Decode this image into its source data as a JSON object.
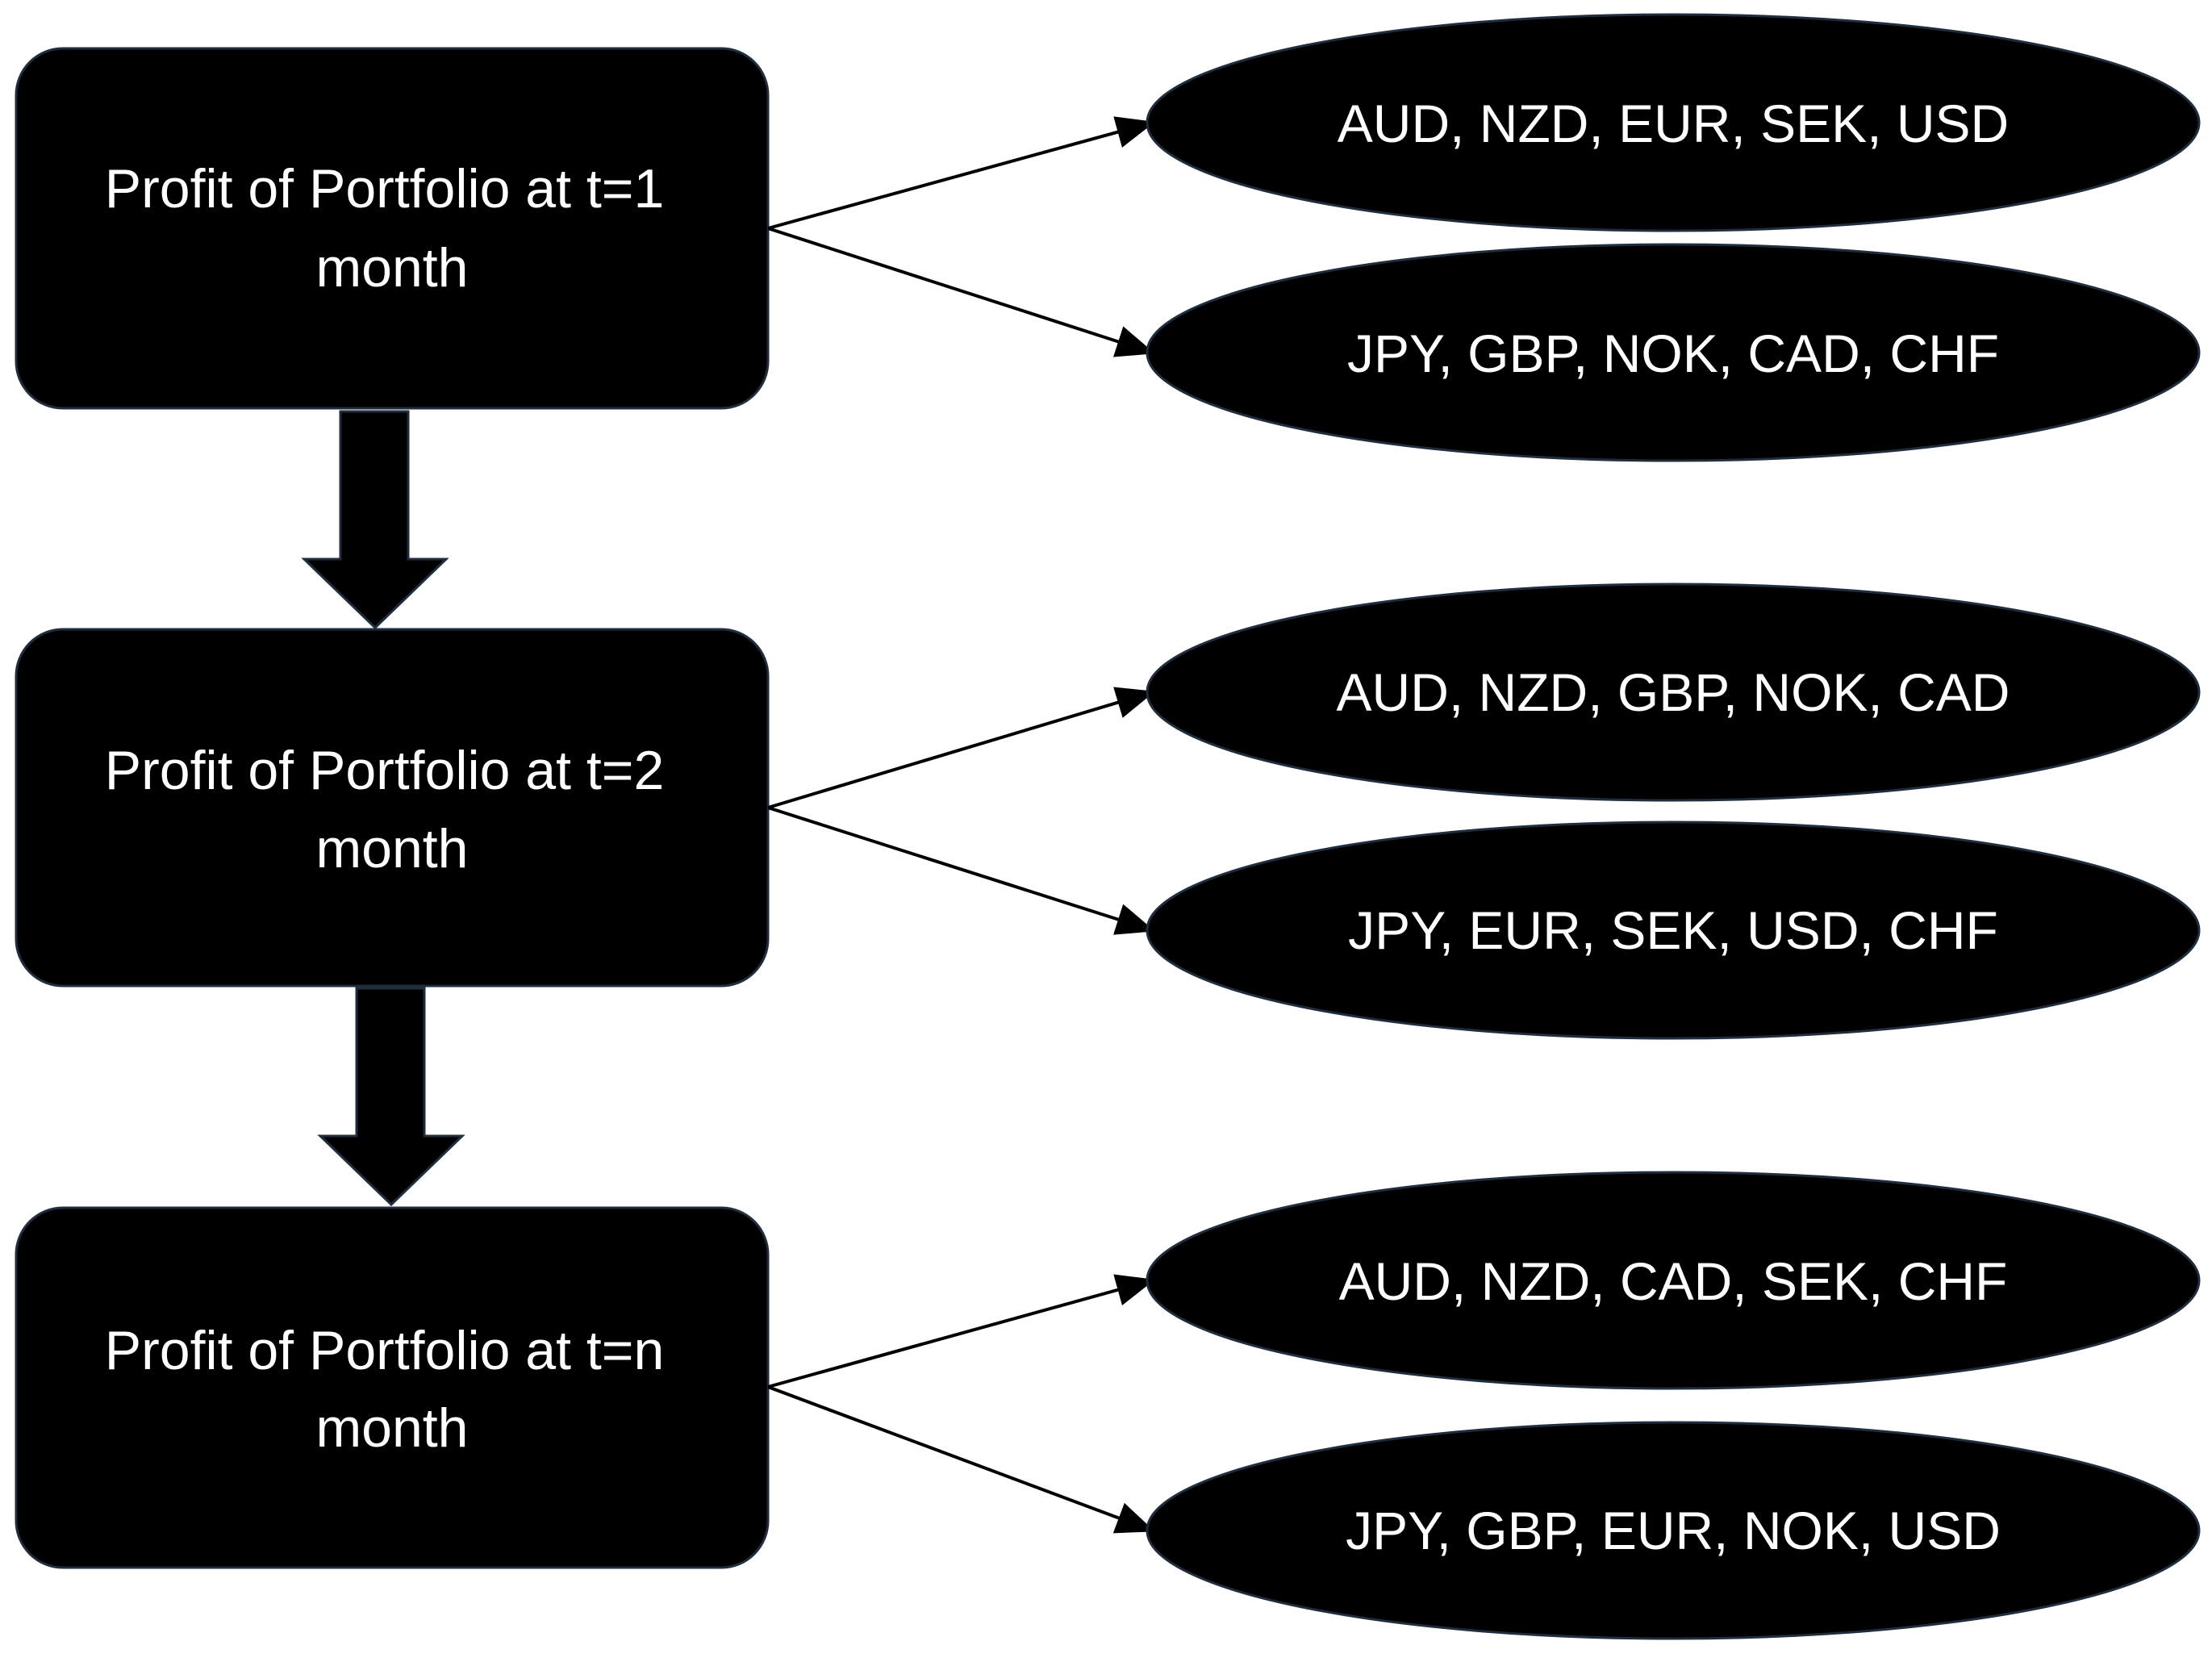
{
  "colors": {
    "shape_fill": "#000000",
    "shape_stroke": "#1f2d3d",
    "text": "#ffffff",
    "connector": "#000000"
  },
  "steps": [
    {
      "label_line1": "Profit of Portfolio at t=1",
      "label_line2": "month",
      "groups": [
        "AUD, NZD, EUR, SEK, USD",
        "JPY, GBP, NOK, CAD, CHF"
      ]
    },
    {
      "label_line1": "Profit of Portfolio at t=2",
      "label_line2": "month",
      "groups": [
        "AUD, NZD, GBP, NOK, CAD",
        "JPY, EUR, SEK, USD, CHF"
      ]
    },
    {
      "label_line1": "Profit of Portfolio at t=n",
      "label_line2": "month",
      "groups": [
        "AUD, NZD, CAD, SEK, CHF",
        "JPY, GBP, EUR, NOK, USD"
      ]
    }
  ]
}
